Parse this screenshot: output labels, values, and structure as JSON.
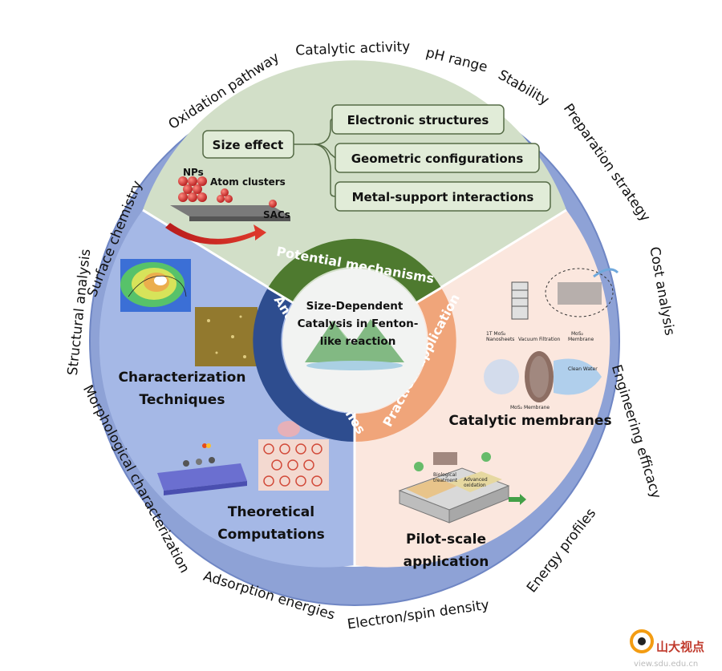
{
  "center": {
    "line1": "Size-Dependent",
    "line2": "Catalysis in Fenton-",
    "line3": "like reaction"
  },
  "inner_ring": {
    "top": "Potential mechanisms",
    "left": "Analytical approaches",
    "right": "Practical application"
  },
  "outer_ring": [
    "Oxidation pathway",
    "Catalytic activity",
    "pH range",
    "Stability",
    "Preparation strategy",
    "Cost analysis",
    "Engineering efficacy",
    "Energy profiles",
    "Electron/spin density",
    "Adsorption energies",
    "Morphological characterization",
    "Structural analysis",
    "Surface chemistry"
  ],
  "mechanisms": {
    "size_effect": "Size effect",
    "electronic": "Electronic structures",
    "geometric": "Geometric configurations",
    "metal_support": "Metal-support interactions",
    "nps": "NPs",
    "atom_clusters": "Atom clusters",
    "sacs": "SACs"
  },
  "analytical": {
    "characterization_line1": "Characterization",
    "characterization_line2": "Techniques",
    "theoretical_line1": "Theoretical",
    "theoretical_line2": "Computations"
  },
  "practical": {
    "catalytic_membranes": "Catalytic membranes",
    "pilot_line1": "Pilot-scale",
    "pilot_line2": "application",
    "membrane_caption1": "1T MoS₂",
    "membrane_caption1b": "Nanosheets",
    "membrane_caption2": "Vacuum Filtration",
    "membrane_caption3": "MoS₂",
    "membrane_caption3b": "Membrane",
    "membrane_caption4": "MoS₂ Membrane",
    "clean_water": "Clean Water",
    "bio_treatment1": "Biological",
    "bio_treatment2": "treatment",
    "adv_oxidation1": "Advanced",
    "adv_oxidation2": "oxidation"
  },
  "watermark": {
    "brand": "山大视点",
    "url": "view.sdu.edu.cn"
  },
  "colors": {
    "outer_ring": "#8ea2d6",
    "mechanisms_bg": "#d2dfc8",
    "analytical_bg": "#a5b8e6",
    "practical_bg": "#fbe7de",
    "band_green": "#4e7a2f",
    "band_blue": "#2e4d8f",
    "band_orange": "#f0a57a"
  }
}
